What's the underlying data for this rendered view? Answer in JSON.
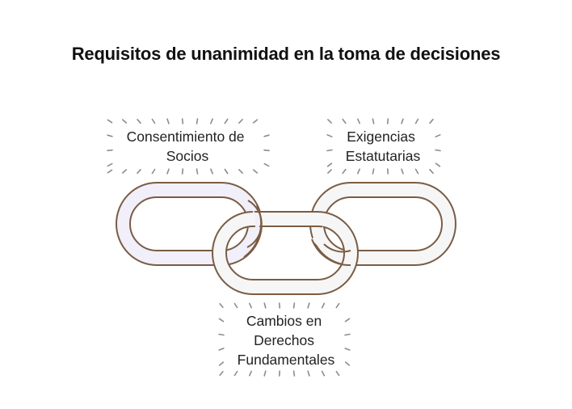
{
  "title": "Requisitos de unanimidad en la toma de decisiones",
  "colors": {
    "link_stroke": "#7a5c44",
    "link_fill_left": "#f1eff9",
    "link_fill_other": "#f6f6f6",
    "dash": "#8c8c8c",
    "text": "#222222"
  },
  "labels": {
    "consent": [
      "Consentimiento de",
      "Socios"
    ],
    "statutory": [
      "Exigencias",
      "Estatutarias"
    ],
    "fundamental": [
      "Cambios en",
      "Derechos",
      "Fundamentales"
    ]
  }
}
